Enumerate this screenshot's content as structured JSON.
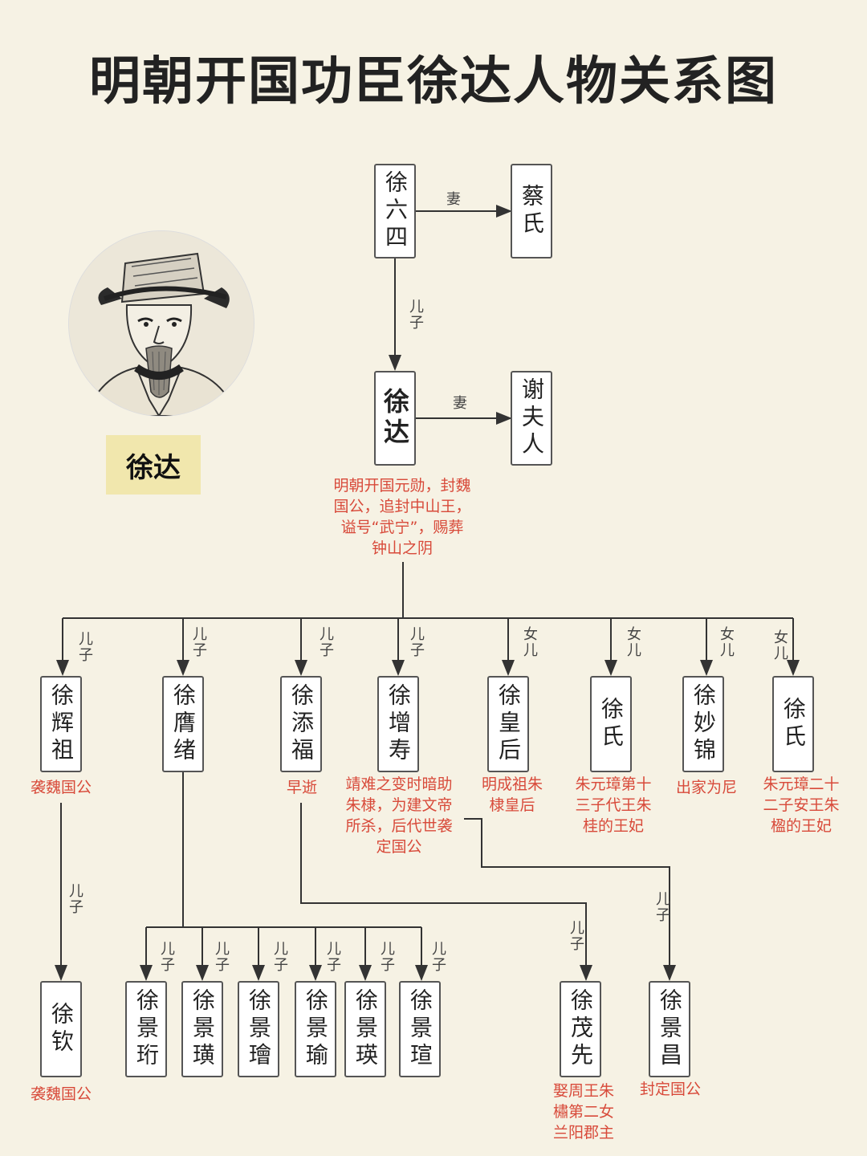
{
  "title": "明朝开国功臣徐达人物关系图",
  "portrait": {
    "caption": "徐达"
  },
  "nodes": {
    "xu_liusi": "徐六四",
    "cai_shi": "蔡氏",
    "xu_da": "徐达",
    "xie_furen": "谢夫人",
    "xu_huizu": "徐辉祖",
    "xu_yingxu": "徐膺绪",
    "xu_tianfu": "徐添福",
    "xu_zengshou": "徐增寿",
    "xu_huanghou": "徐皇后",
    "xu_shi_a": "徐氏",
    "xu_miaojin": "徐妙锦",
    "xu_shi_b": "徐氏",
    "xu_qin": "徐钦",
    "xu_jingheng": "徐景珩",
    "xu_jinghuang": "徐景璜",
    "xu_jinghui": "徐景璯",
    "xu_jingyu": "徐景瑜",
    "xu_jingying": "徐景瑛",
    "xu_jingxuan": "徐景瑄",
    "xu_maoxian": "徐茂先",
    "xu_jingchang": "徐景昌"
  },
  "relations": {
    "wife": "妻",
    "son": "儿子",
    "daughter": "女儿"
  },
  "notes": {
    "xu_da": [
      "明朝开国元勋，封魏",
      "国公，追封中山王，",
      "谥号“武宁”，赐葬",
      "钟山之阴"
    ],
    "xu_huizu": [
      "袭魏国公"
    ],
    "xu_tianfu": [
      "早逝"
    ],
    "xu_zengshou": [
      "靖难之变时暗助",
      "朱棣，为建文帝",
      "所杀，后代世袭",
      "定国公"
    ],
    "xu_huanghou": [
      "明成祖朱",
      "棣皇后"
    ],
    "xu_shi_a": [
      "朱元璋第十",
      "三子代王朱",
      "桂的王妃"
    ],
    "xu_miaojin": [
      "出家为尼"
    ],
    "xu_shi_b": [
      "朱元璋二十",
      "二子安王朱",
      "楹的王妃"
    ],
    "xu_qin": [
      "袭魏国公"
    ],
    "xu_maoxian": [
      "娶周王朱",
      "橚第二女",
      "兰阳郡主"
    ],
    "xu_jingchang": [
      "封定国公"
    ]
  },
  "colors": {
    "note": "#d84a3a",
    "line": "#333333",
    "background": "#f6f2e4",
    "caption_bg": "#f1e7ad"
  }
}
